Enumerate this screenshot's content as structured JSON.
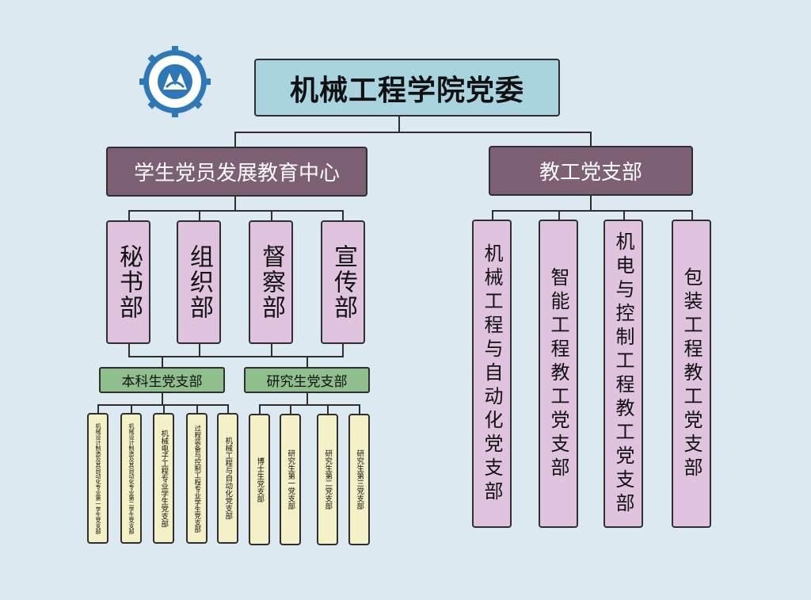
{
  "title": "机械工程学院党委",
  "student_center": {
    "label": "学生党员发展教育中心",
    "departments": [
      "秘书部",
      "组织部",
      "督察部",
      "宣传部"
    ],
    "branches": [
      {
        "label": "本科生党支部",
        "subbranches": [
          "机械设计制造及其自动化专业第一学生党支部",
          "机械设计制造及其自动化专业第二学生党支部",
          "机械电子工程专业学生党支部",
          "过程装备与控制工程专业学生党支部",
          "机械工程与自动化党支部"
        ]
      },
      {
        "label": "研究生党支部",
        "subbranches": [
          "博士生党支部",
          "研究生第一党支部",
          "研究生第二党支部",
          "研究生第三党支部"
        ]
      }
    ]
  },
  "staff_branch": {
    "label": "教工党支部",
    "units": [
      "机械工程与自动化党支部",
      "智能工程教工党支部",
      "机电与控制工程教工党支部",
      "包装工程教工党支部"
    ]
  },
  "colors": {
    "background": "#dde9f1",
    "top": "#a9d3df",
    "mid": "#7d6074",
    "dept": "#dfc3df",
    "branch": "#8fbf8c",
    "sub": "#f4f0c7"
  }
}
